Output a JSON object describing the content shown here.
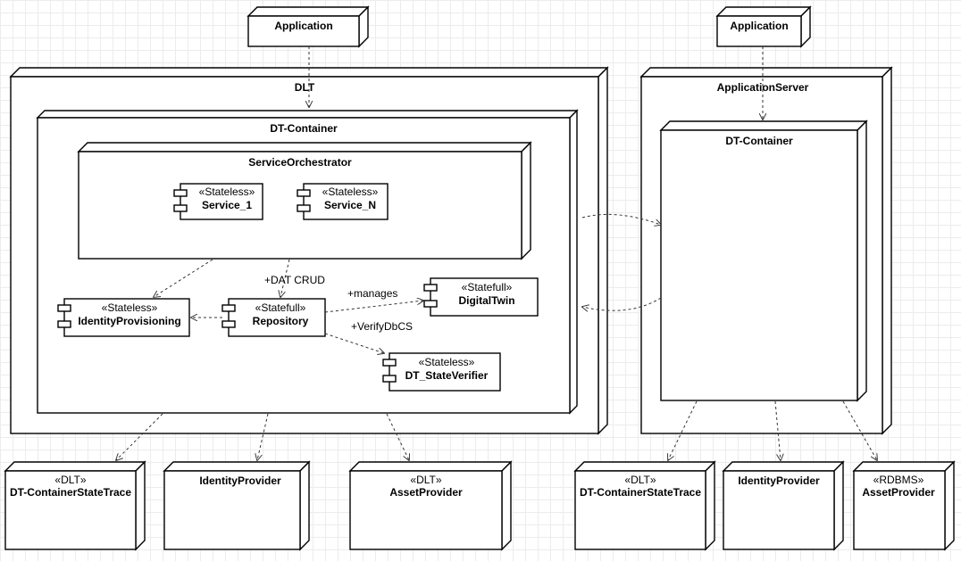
{
  "nodes": {
    "app_left": {
      "name": "Application"
    },
    "app_right": {
      "name": "Application"
    },
    "dlt": {
      "name": "DLT"
    },
    "app_server": {
      "name": "ApplicationServer"
    },
    "dt_container_left": {
      "name": "DT-Container"
    },
    "dt_container_right": {
      "name": "DT-Container"
    },
    "service_orchestrator": {
      "name": "ServiceOrchestrator"
    },
    "bottom_dlt_trace": {
      "stereotype": "«DLT»",
      "name": "DT-ContainerStateTrace"
    },
    "bottom_identity_left": {
      "name": "IdentityProvider"
    },
    "bottom_asset_left": {
      "stereotype": "«DLT»",
      "name": "AssetProvider"
    },
    "bottom_trace_right": {
      "stereotype": "«DLT»",
      "name": "DT-ContainerStateTrace"
    },
    "bottom_identity_right": {
      "name": "IdentityProvider"
    },
    "bottom_asset_right": {
      "stereotype": "«RDBMS»",
      "name": "AssetProvider"
    }
  },
  "components": {
    "service_1": {
      "stereotype": "«Stateless»",
      "name": "Service_1"
    },
    "service_n": {
      "stereotype": "«Stateless»",
      "name": "Service_N"
    },
    "identity_provisioning": {
      "stereotype": "«Stateless»",
      "name": "IdentityProvisioning"
    },
    "repository": {
      "stereotype": "«Statefull»",
      "name": "Repository"
    },
    "digital_twin": {
      "stereotype": "«Statefull»",
      "name": "DigitalTwin"
    },
    "state_verifier": {
      "stereotype": "«Stateless»",
      "name": "DT_StateVerifier"
    }
  },
  "edge_labels": {
    "dat_crud": "+DAT CRUD",
    "manages": "+manages",
    "verify_dbcs": "+VerifyDbCS"
  }
}
